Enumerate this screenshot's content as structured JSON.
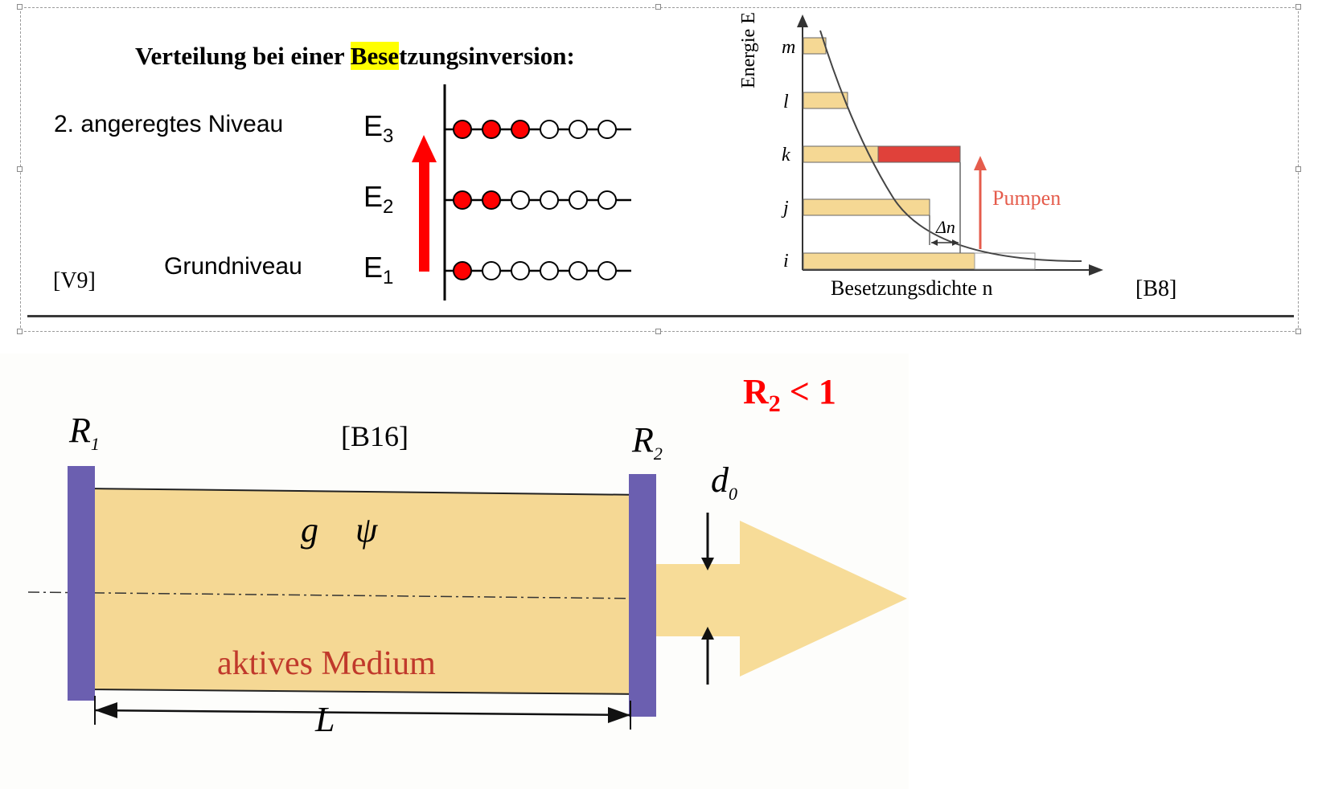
{
  "v9": {
    "title_pre": "Verteilung bei einer ",
    "title_highlight": "Bese",
    "title_post": "tzungsinversion:",
    "level3_label": "2. angeregtes Niveau",
    "level1_label": "Grundniveau",
    "e_symbol": "E",
    "e3_sub": "3",
    "e2_sub": "2",
    "e1_sub": "1",
    "ref": "[V9]",
    "levels": [
      {
        "name": "E3",
        "filled": 3,
        "empty": 3
      },
      {
        "name": "E2",
        "filled": 2,
        "empty": 4
      },
      {
        "name": "E1",
        "filled": 1,
        "empty": 5
      }
    ]
  },
  "b8": {
    "ylabel": "Energie E",
    "xlabel": "Besetzungsdichte n",
    "levels": [
      "m",
      "l",
      "k",
      "j",
      "i"
    ],
    "pump_label": "Pumpen",
    "delta_label": "Δn",
    "ref": "[B8]"
  },
  "b16": {
    "r2_condition_base": "R",
    "r2_condition_sub": "2",
    "r2_condition_rest": " < 1",
    "ref": "[B16]",
    "r1_base": "R",
    "r1_sub": "1",
    "r2_base": "R",
    "r2_sub": "2",
    "d0_base": "d",
    "d0_sub": "0",
    "g_label": "g",
    "psi_label": "ψ",
    "medium_label": "aktives Medium",
    "length_label": "L"
  },
  "colors": {
    "red": "#ff0000",
    "beige": "#f5d894",
    "mirror": "#6b5fb0",
    "pump_red": "#e55c4c",
    "bar_red": "#e0413a",
    "highlight": "#ffff00"
  }
}
